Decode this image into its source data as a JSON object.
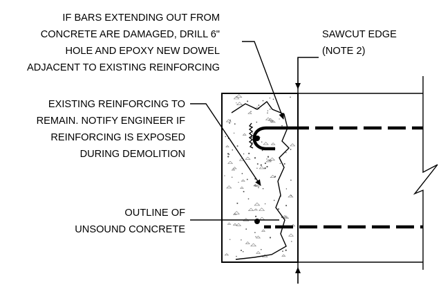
{
  "notes": {
    "dowel_note": [
      "IF BARS EXTENDING OUT FROM",
      "CONCRETE ARE DAMAGED, DRILL 6\"",
      "HOLE AND EPOXY NEW DOWEL",
      "ADJACENT TO EXISTING REINFORCING"
    ],
    "sawcut_note": [
      "SAWCUT EDGE",
      "(NOTE 2)"
    ],
    "reinforcing_note": [
      "EXISTING REINFORCING TO",
      "REMAIN. NOTIFY ENGINEER IF",
      "REINFORCING IS EXPOSED",
      "DURING DEMOLITION"
    ],
    "unsound_note": [
      "OUTLINE OF",
      "UNSOUND CONCRETE"
    ]
  },
  "colors": {
    "ink": "#000000",
    "background": "#ffffff"
  }
}
